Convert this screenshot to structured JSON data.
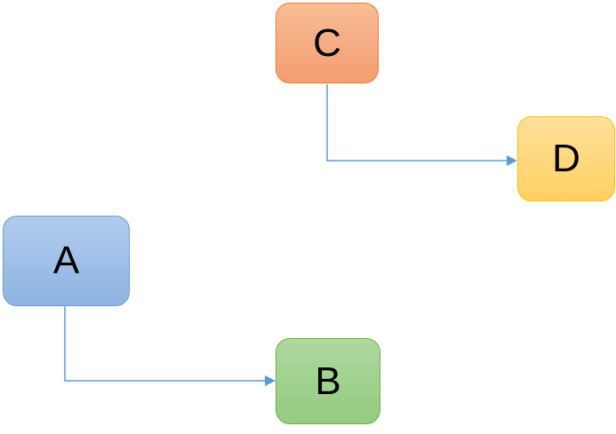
{
  "diagram": {
    "background_color": "#FFFFFF",
    "connector_color": "#5B9BD5",
    "text_color": "#000000",
    "nodes": [
      {
        "id": "A",
        "label": "A",
        "fill_top": "#B0CDEB",
        "fill_bottom": "#8EB4E2",
        "border_color": "#6C9CD3"
      },
      {
        "id": "B",
        "label": "B",
        "fill_top": "#AED8A0",
        "fill_bottom": "#93CB80",
        "border_color": "#70AD47"
      },
      {
        "id": "C",
        "label": "C",
        "fill_top": "#F8BC95",
        "fill_bottom": "#F49E71",
        "border_color": "#ED7D31"
      },
      {
        "id": "D",
        "label": "D",
        "fill_top": "#FFE09A",
        "fill_bottom": "#FFD164",
        "border_color": "#FFC000"
      }
    ],
    "edges": [
      {
        "from": "C",
        "to": "D",
        "style": "elbow-down-right",
        "arrow": "filled-triangle"
      },
      {
        "from": "A",
        "to": "B",
        "style": "elbow-down-right",
        "arrow": "filled-triangle"
      }
    ]
  }
}
